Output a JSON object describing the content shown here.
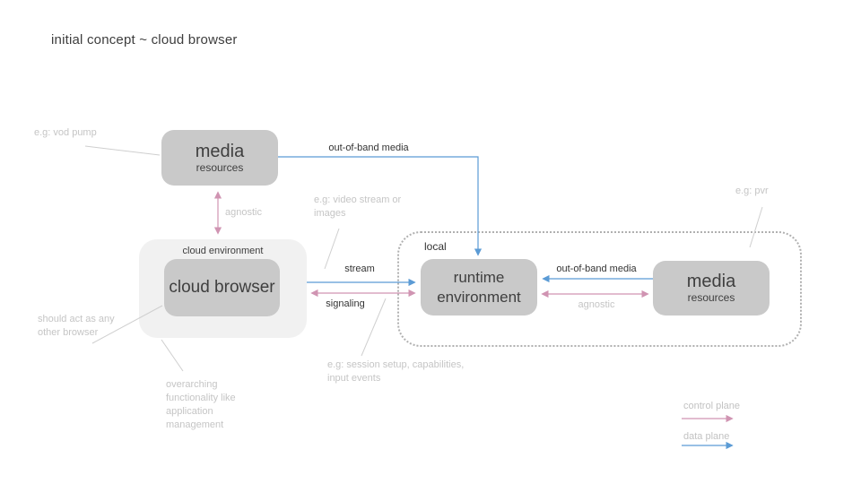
{
  "title": "initial concept ~ cloud browser",
  "colors": {
    "control_plane": "#d094b2",
    "data_plane": "#5b9bd5",
    "node_fill": "#c9c9c9",
    "container_fill": "#f1f1f1",
    "muted_text": "#c5c5c5",
    "dark_text": "#3d3d3d"
  },
  "nodes": {
    "media_resources_cloud": {
      "title": "media",
      "subtitle": "resources"
    },
    "cloud_environment": {
      "label": "cloud environment"
    },
    "cloud_browser": {
      "label": "cloud browser"
    },
    "local_zone": {
      "label": "local"
    },
    "runtime_environment": {
      "label": "runtime environment"
    },
    "media_resources_local": {
      "title": "media",
      "subtitle": "resources"
    }
  },
  "edges": {
    "out_of_band_media_top": {
      "label": "out-of-band media",
      "type": "data"
    },
    "agnostic_cloud": {
      "label": "agnostic",
      "type": "control"
    },
    "stream": {
      "label": "stream",
      "type": "data"
    },
    "signaling": {
      "label": "signaling",
      "type": "control"
    },
    "out_of_band_media_local": {
      "label": "out-of-band media",
      "type": "data"
    },
    "agnostic_local": {
      "label": "agnostic",
      "type": "control"
    }
  },
  "annotations": {
    "vod_pump": "e.g: vod pump",
    "video_stream": "e.g: video stream or images",
    "should_act": "should act as any other browser",
    "overarching": "overarching functionality like application management",
    "session_setup": "e.g: session setup, capabilities, input events",
    "pvr": "e.g: pvr"
  },
  "legend": {
    "control_plane": "control plane",
    "data_plane": "data plane"
  }
}
